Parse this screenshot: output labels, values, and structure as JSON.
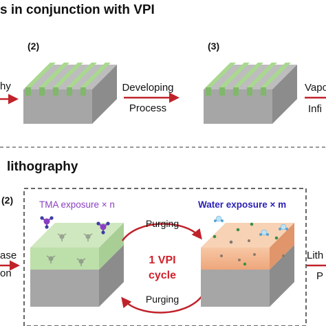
{
  "top": {
    "title": "s in conjunction with VPI",
    "step2": "(2)",
    "step3": "(3)",
    "left_arrow_fragment": "hy",
    "developing_line1": "Developing",
    "developing_line2": "Process",
    "right_fragment_line1": "Vapo",
    "right_fragment_line2": "Infi"
  },
  "bottom": {
    "title": "lithography",
    "step2": "(2)",
    "left_fragment_line1": "ase",
    "left_fragment_line2": "on",
    "tma_label": "TMA exposure × n",
    "water_label": "Water exposure × m",
    "purging_top": "Purging",
    "purging_bottom": "Purging",
    "cycle_line1": "1 VPI",
    "cycle_line2": "cycle",
    "right_fragment_line1": "Lith",
    "right_fragment_line2": "P"
  },
  "colors": {
    "green_top": "#a9d88f",
    "green_side": "#7fb86a",
    "grey_top": "#bdbdbd",
    "grey_front": "#a6a6a6",
    "grey_side": "#8c8c8c",
    "arrow_red": "#c0222a",
    "tma_purple": "#8a3fc2",
    "water_blue": "#2a1fb5",
    "peach": "#f2b38c",
    "cycle_red": "#d0202a"
  }
}
